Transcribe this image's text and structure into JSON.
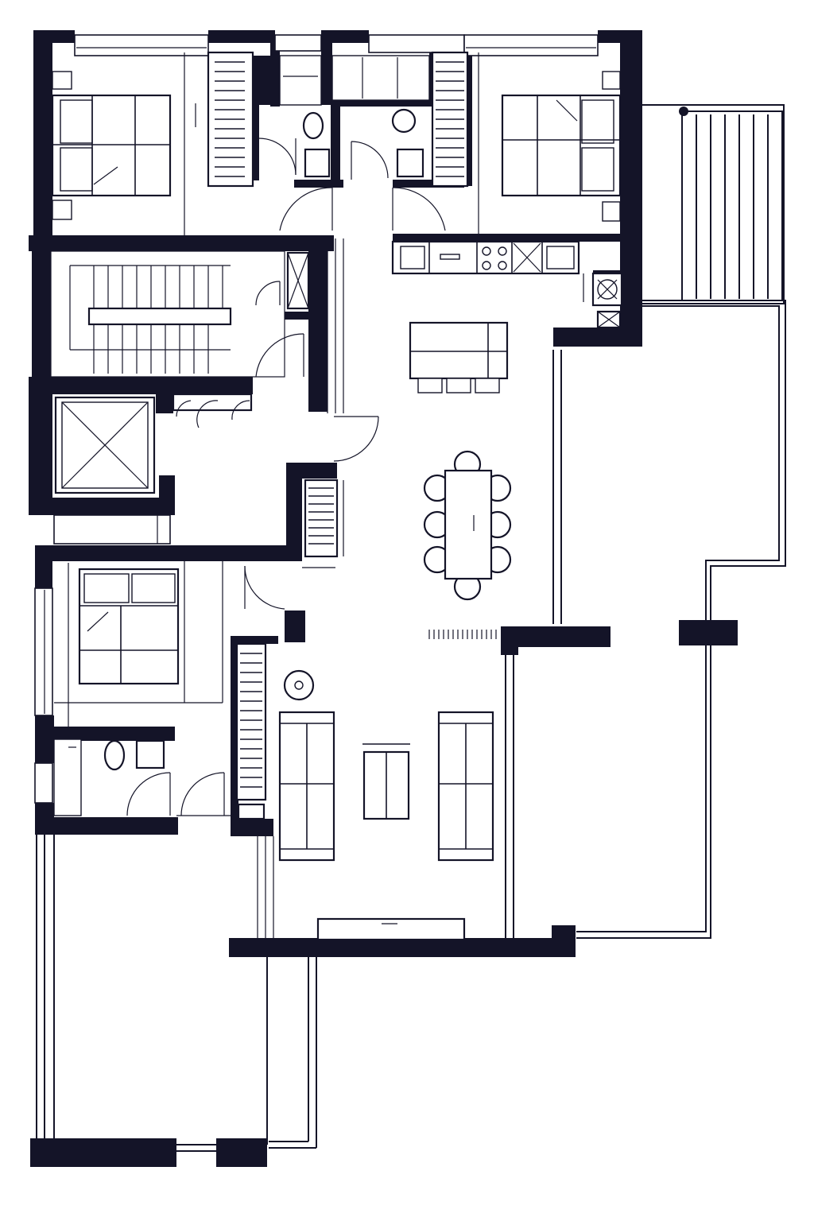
{
  "plan": {
    "colors": {
      "ink": "#141428",
      "paper": "#ffffff"
    },
    "rooms": [
      {
        "id": "bedroom-northwest"
      },
      {
        "id": "bedroom-northeast"
      },
      {
        "id": "bathroom-north-left"
      },
      {
        "id": "bathroom-north-right"
      },
      {
        "id": "kitchen"
      },
      {
        "id": "staircase"
      },
      {
        "id": "elevator"
      },
      {
        "id": "entry-hall"
      },
      {
        "id": "dining-area"
      },
      {
        "id": "living-room"
      },
      {
        "id": "bedroom-southwest"
      },
      {
        "id": "bathroom-southwest"
      },
      {
        "id": "terrace-east"
      },
      {
        "id": "balcony-northeast"
      },
      {
        "id": "terrace-south"
      }
    ]
  }
}
